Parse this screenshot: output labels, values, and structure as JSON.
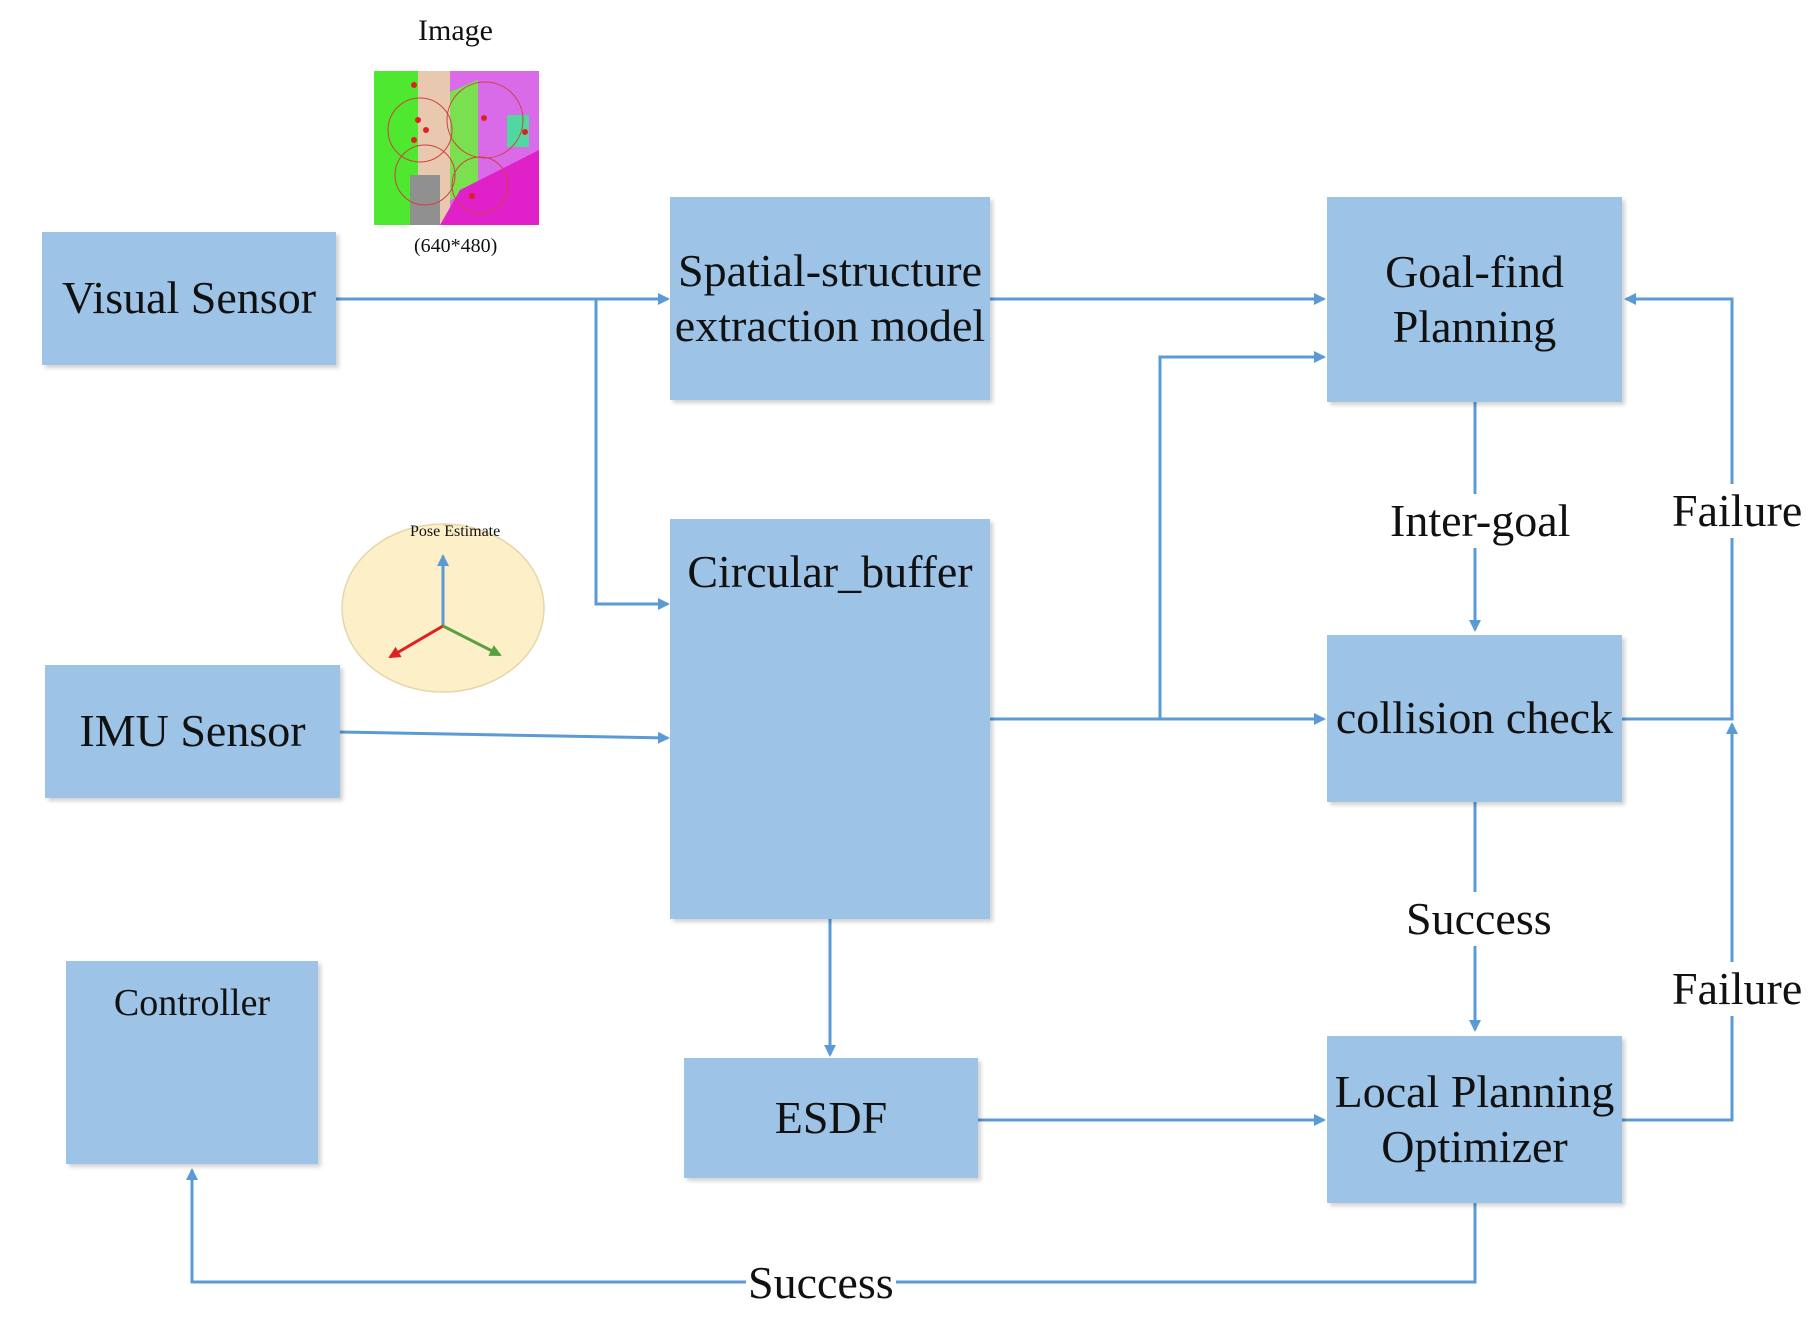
{
  "boxes": {
    "visual_sensor": "Visual Sensor",
    "imu_sensor": "IMU Sensor",
    "controller": "Controller",
    "spatial_line1": "Spatial-structure",
    "spatial_line2": "extraction model",
    "circular_buffer": "Circular_buffer",
    "esdf": "ESDF",
    "goal_line1": "Goal-find",
    "goal_line2": "Planning",
    "collision_check": "collision check",
    "local_line1": "Local Planning",
    "local_line2": "Optimizer"
  },
  "image_panel": {
    "title": "Image",
    "size": "(640*480)"
  },
  "pose": {
    "title": "Pose Estimate"
  },
  "edge_labels": {
    "inter_goal": "Inter-goal",
    "success_mid": "Success",
    "success_bottom": "Success",
    "failure_top": "Failure",
    "failure_bottom": "Failure"
  },
  "colors": {
    "box_fill": "#9dc3e6",
    "arrow": "#5b9bd5",
    "pose_circle": "#fdf0c8",
    "buffer_bg": "#2b2b2b",
    "voxel_red": "#b30000"
  }
}
